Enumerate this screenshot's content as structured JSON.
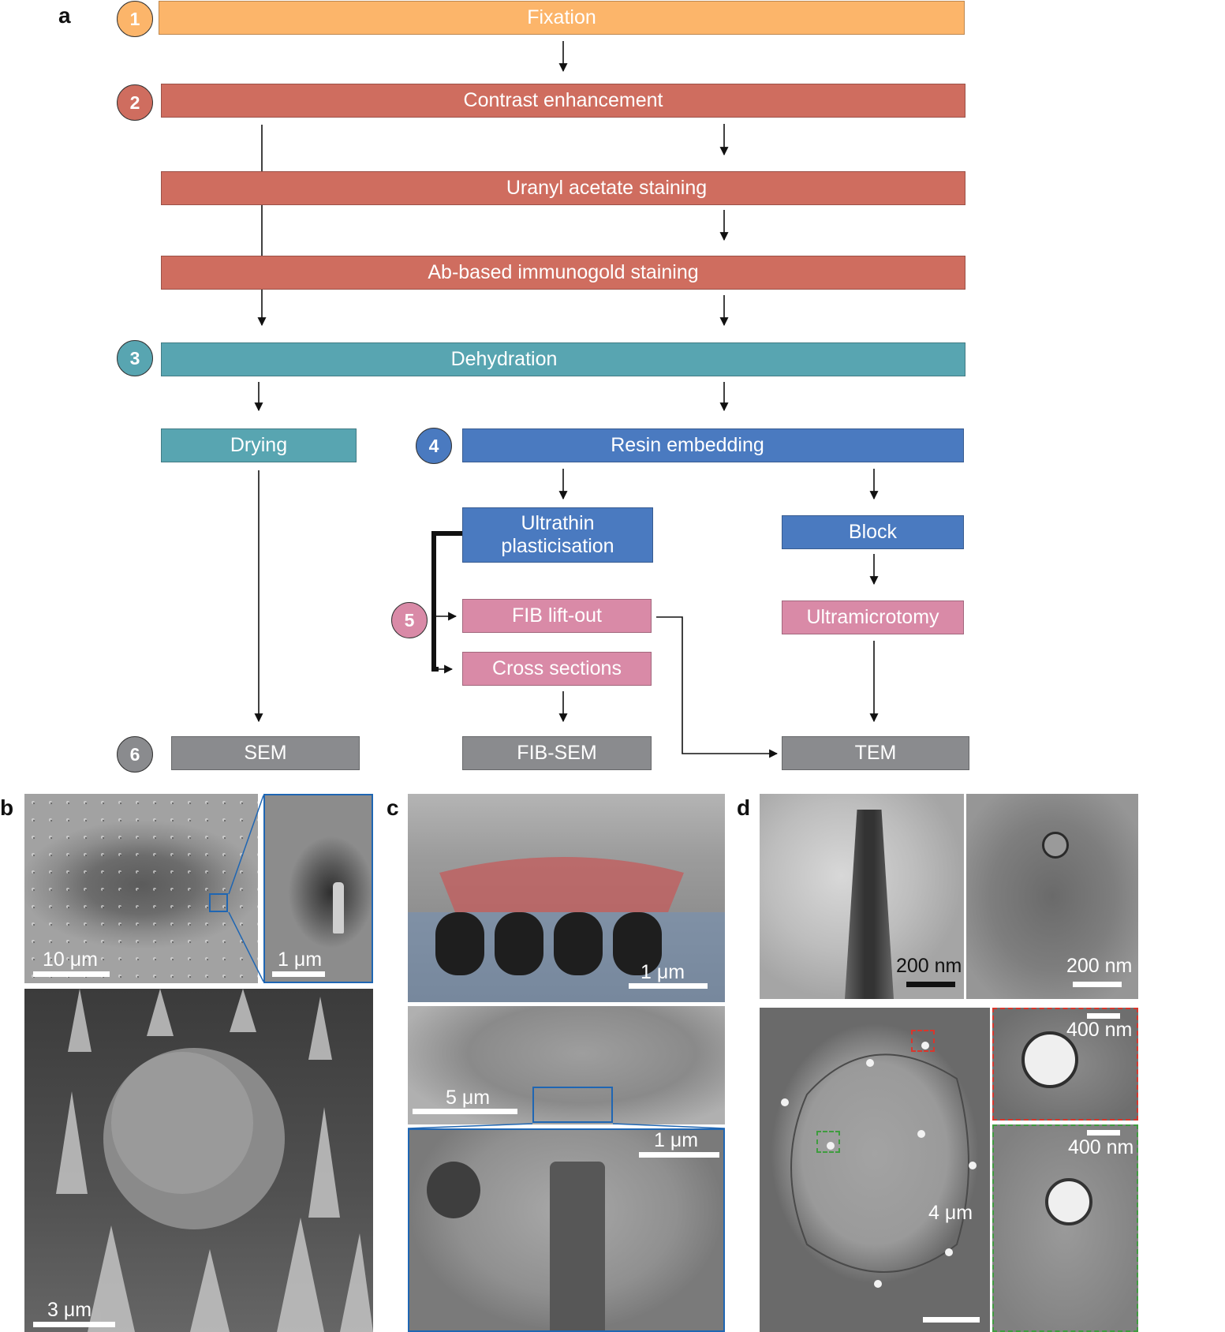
{
  "panels": {
    "a": "a",
    "b": "b",
    "c": "c",
    "d": "d"
  },
  "steps": {
    "s1": "1",
    "s2": "2",
    "s3": "3",
    "s4": "4",
    "s5": "5",
    "s6": "6"
  },
  "boxes": {
    "fixation": "Fixation",
    "contrast": "Contrast enhancement",
    "uranyl": "Uranyl acetate staining",
    "immunogold": "Ab-based immunogold staining",
    "dehydration": "Dehydration",
    "drying": "Drying",
    "resin": "Resin embedding",
    "ultrathin": "Ultrathin plasticisation",
    "block": "Block",
    "fib_liftout": "FIB lift-out",
    "cross": "Cross sections",
    "ultramicrotomy": "Ultramicrotomy",
    "sem": "SEM",
    "fibsem": "FIB-SEM",
    "tem": "TEM"
  },
  "colors": {
    "step1": "#fcb56a",
    "step2": "#cf6d5f",
    "step3": "#58a5b1",
    "step4": "#4a7ac0",
    "step5": "#d98aa7",
    "step6": "#8a8b8e",
    "inset_outline": "#1f66b3",
    "roi_red": "#d9362c",
    "roi_green": "#3f9c3f"
  },
  "scalebars": {
    "b1": "10 μm",
    "b2": "1 μm",
    "b3": "3 μm",
    "c1": "1 μm",
    "c2": "5 μm",
    "c3": "1 μm",
    "d1": "200 nm",
    "d2": "200 nm",
    "d3": "4 μm",
    "d4": "400 nm",
    "d5": "400 nm"
  }
}
